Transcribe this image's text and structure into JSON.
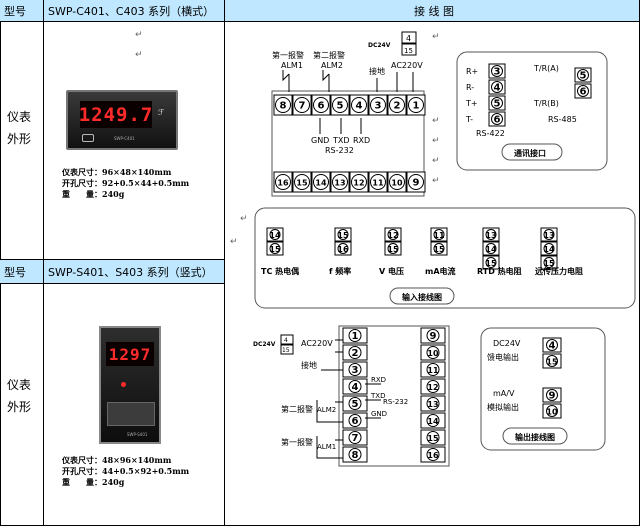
{
  "header1": {
    "model_label": "型号",
    "model_h": "SWP-C401、C403 系列（横式）",
    "wiring_title": "接 线 图"
  },
  "header2": {
    "model_label": "型号",
    "model_v": "SWP-S401、S403 系列（竖式）"
  },
  "left_label": "仪表",
  "left_label2": "外形",
  "panel_h": {
    "display": "1249.7",
    "brand": "SWP-C401"
  },
  "panel_v": {
    "display": "1297",
    "brand": "SWP-S401"
  },
  "spec_h": {
    "line1": "仪表尺寸：96×48×140mm",
    "line2": "开孔尺寸：92+0.5×44+0.5mm",
    "line3": "重　　量：240g"
  },
  "spec_v": {
    "line1": "仪表尺寸：48×96×140mm",
    "line2": "开孔尺寸：44+0.5×92+0.5mm",
    "line3": "重　　量：240g"
  },
  "wiring_top": {
    "alarm1": "第一报警",
    "alarm2": "第二报警",
    "alm1": "ALM1",
    "alm2": "ALM2",
    "dc24v": "DC24V",
    "ground": "接地",
    "ac220v": "AC220V",
    "gnd": "GND",
    "txd": "TXD",
    "rxd": "RXD",
    "rs232": "RS-232",
    "top_terms": [
      "8",
      "7",
      "6",
      "5",
      "4",
      "3",
      "2",
      "1"
    ],
    "bottom_terms": [
      "16",
      "15",
      "14",
      "13",
      "12",
      "11",
      "10",
      "9"
    ]
  },
  "comm": {
    "r_plus": "R+",
    "r_minus": "R-",
    "t_plus": "T+",
    "t_minus": "T-",
    "terms_left": [
      "3",
      "4",
      "5",
      "6"
    ],
    "tr_a": "T/R(A)",
    "tr_b": "T/R(B)",
    "terms_right": [
      "5",
      "6"
    ],
    "rs422": "RS-422",
    "rs485": "RS-485",
    "title": "通讯接口"
  },
  "input": {
    "groups": [
      {
        "terms": [
          "14",
          "15"
        ],
        "label": "TC 热电偶"
      },
      {
        "terms": [
          "15",
          "16"
        ],
        "label": "f 频率"
      },
      {
        "terms": [
          "12",
          "15"
        ],
        "label": "V 电压"
      },
      {
        "terms": [
          "11",
          "15"
        ],
        "label": "mA电流"
      },
      {
        "terms": [
          "13",
          "14",
          "15"
        ],
        "label": "RTD 热电阻"
      },
      {
        "terms": [
          "13",
          "14",
          "15"
        ],
        "label": "远传压力电阻"
      }
    ],
    "title": "输入接线图"
  },
  "wiring_bottom": {
    "dc24v": "DC24V",
    "ac220v": "AC220V",
    "ground": "接地",
    "rxd": "RXD",
    "txd": "TXD",
    "gnd": "GND",
    "rs232": "RS-232",
    "alarm2": "第二报警",
    "alm2": "ALM2",
    "alarm1": "第一报警",
    "alm1": "ALM1",
    "left_terms": [
      "1",
      "2",
      "3",
      "4",
      "5",
      "6",
      "7",
      "8"
    ],
    "right_terms": [
      "9",
      "10",
      "11",
      "12",
      "13",
      "14",
      "15",
      "16"
    ]
  },
  "output": {
    "dc24v": "DC24V",
    "feed": "馈电输出",
    "terms_a": [
      "4",
      "15"
    ],
    "mav": "mA/V",
    "analog": "模拟输出",
    "terms_b": [
      "9",
      "10"
    ],
    "title": "输出接线图"
  },
  "colors": {
    "header_bg": "#bfe7ff",
    "digit_red": "#ff2a2a",
    "panel_dark": "#1a1a1a"
  }
}
